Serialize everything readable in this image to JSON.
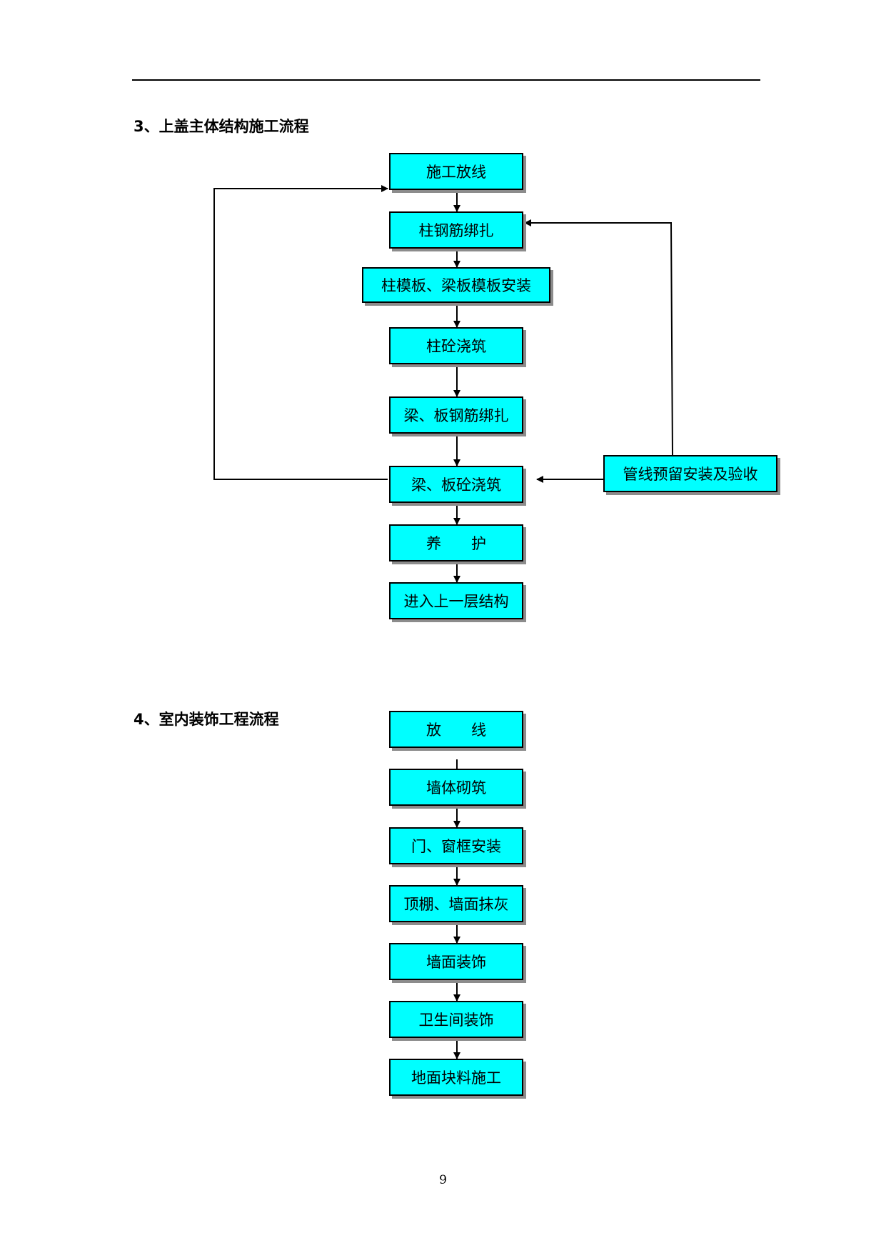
{
  "section3": {
    "heading": "3、上盖主体结构施工流程",
    "steps": [
      "施工放线",
      "柱钢筋绑扎",
      "柱模板、梁板模板安装",
      "柱砼浇筑",
      "梁、板钢筋绑扎",
      "梁、板砼浇筑",
      "养　　护",
      "进入上一层结构"
    ],
    "side_step": "管线预留安装及验收"
  },
  "section4": {
    "heading": "4、室内装饰工程流程",
    "steps": [
      "放　　线",
      "墙体砌筑",
      "门、窗框安装",
      "顶棚、墙面抹灰",
      "墙面装饰",
      "卫生间装饰",
      "地面块料施工"
    ]
  },
  "page_number": "9",
  "colors": {
    "box_fill": "#00ffff",
    "box_shadow": "#8c8c8c"
  }
}
